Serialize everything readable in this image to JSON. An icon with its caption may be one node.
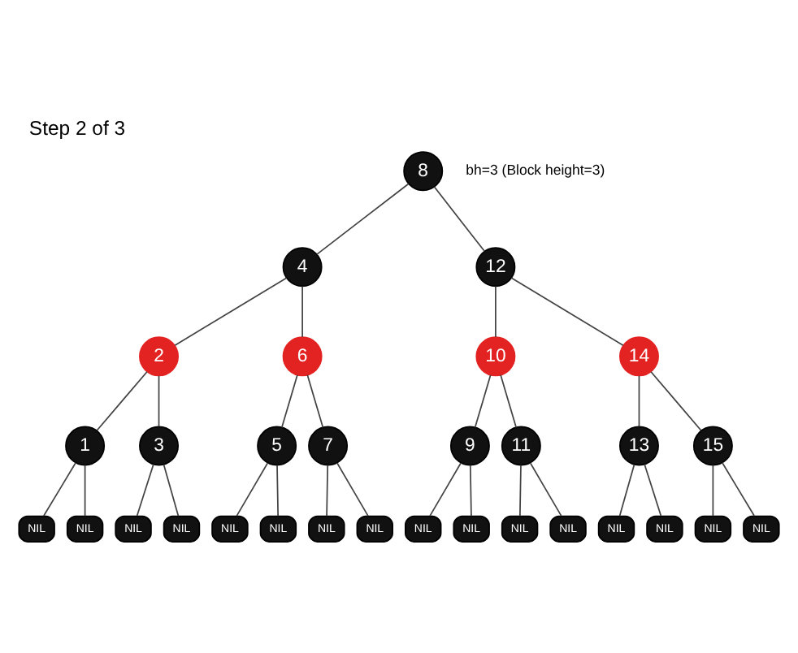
{
  "diagram": {
    "title": "Step 2 of 3",
    "nodes": [
      {
        "text": [
          "8"
        ]
      },
      {
        "text": [
          "4"
        ]
      },
      {
        "text": [
          "12"
        ]
      },
      {
        "text": [
          "2"
        ]
      },
      {
        "text": [
          "6"
        ]
      },
      {
        "text": [
          "10"
        ]
      },
      {
        "text": [
          "14"
        ]
      },
      {
        "text": [
          "1"
        ]
      },
      {
        "text": [
          "3"
        ]
      },
      {
        "text": [
          "5"
        ]
      },
      {
        "text": [
          "7"
        ]
      },
      {
        "text": [
          "9"
        ]
      },
      {
        "text": [
          "11"
        ]
      },
      {
        "text": [
          "13"
        ]
      },
      {
        "text": [
          "15"
        ]
      },
      {
        "text": [
          "NIL"
        ]
      },
      {
        "text": [
          "NIL"
        ]
      },
      {
        "text": [
          "NIL"
        ]
      },
      {
        "text": [
          "NIL"
        ]
      },
      {
        "text": [
          "NIL"
        ]
      },
      {
        "text": [
          "NIL"
        ]
      },
      {
        "text": [
          "NIL"
        ]
      },
      {
        "text": [
          "NIL"
        ]
      },
      {
        "text": [
          "NIL"
        ]
      },
      {
        "text": [
          "NIL"
        ]
      },
      {
        "text": [
          "NIL"
        ]
      },
      {
        "text": [
          "NIL"
        ]
      },
      {
        "text": [
          "NIL"
        ]
      },
      {
        "text": [
          "NIL"
        ]
      },
      {
        "text": [
          "NIL"
        ]
      },
      {
        "text": [
          "NIL"
        ]
      }
    ],
    "edges": [
      {
        "from": 0,
        "to": 1,
        "arrow": "none"
      },
      {
        "from": 0,
        "to": 2,
        "arrow": "none"
      },
      {
        "from": 1,
        "to": 3,
        "arrow": "none"
      },
      {
        "from": 1,
        "to": 4,
        "arrow": "none"
      },
      {
        "from": 2,
        "to": 5,
        "arrow": "none"
      },
      {
        "from": 2,
        "to": 6,
        "arrow": "none"
      },
      {
        "from": 3,
        "to": 7,
        "arrow": "none"
      },
      {
        "from": 3,
        "to": 8,
        "arrow": "none"
      },
      {
        "from": 4,
        "to": 9,
        "arrow": "none"
      },
      {
        "from": 4,
        "to": 10,
        "arrow": "none"
      },
      {
        "from": 5,
        "to": 11,
        "arrow": "none"
      },
      {
        "from": 5,
        "to": 12,
        "arrow": "none"
      },
      {
        "from": 6,
        "to": 13,
        "arrow": "none"
      },
      {
        "from": 6,
        "to": 14,
        "arrow": "none"
      },
      {
        "from": 7,
        "to": 15,
        "arrow": "none"
      },
      {
        "from": 7,
        "to": 16,
        "arrow": "none"
      },
      {
        "from": 8,
        "to": 17,
        "arrow": "none"
      },
      {
        "from": 8,
        "to": 18,
        "arrow": "none"
      },
      {
        "from": 9,
        "to": 19,
        "arrow": "none"
      },
      {
        "from": 9,
        "to": 20,
        "arrow": "none"
      },
      {
        "from": 10,
        "to": 21,
        "arrow": "none"
      },
      {
        "from": 10,
        "to": 22,
        "arrow": "none"
      },
      {
        "from": 11,
        "to": 23,
        "arrow": "none"
      },
      {
        "from": 11,
        "to": 24,
        "arrow": "none"
      },
      {
        "from": 12,
        "to": 25,
        "arrow": "none"
      },
      {
        "from": 12,
        "to": 26,
        "arrow": "none"
      },
      {
        "from": 13,
        "to": 27,
        "arrow": "none"
      },
      {
        "from": 13,
        "to": 28,
        "arrow": "none"
      },
      {
        "from": 14,
        "to": 29,
        "arrow": "none"
      },
      {
        "from": 14,
        "to": 30,
        "arrow": "none"
      }
    ],
    "labels": [
      "bh=3 (Block height=3)"
    ]
  }
}
